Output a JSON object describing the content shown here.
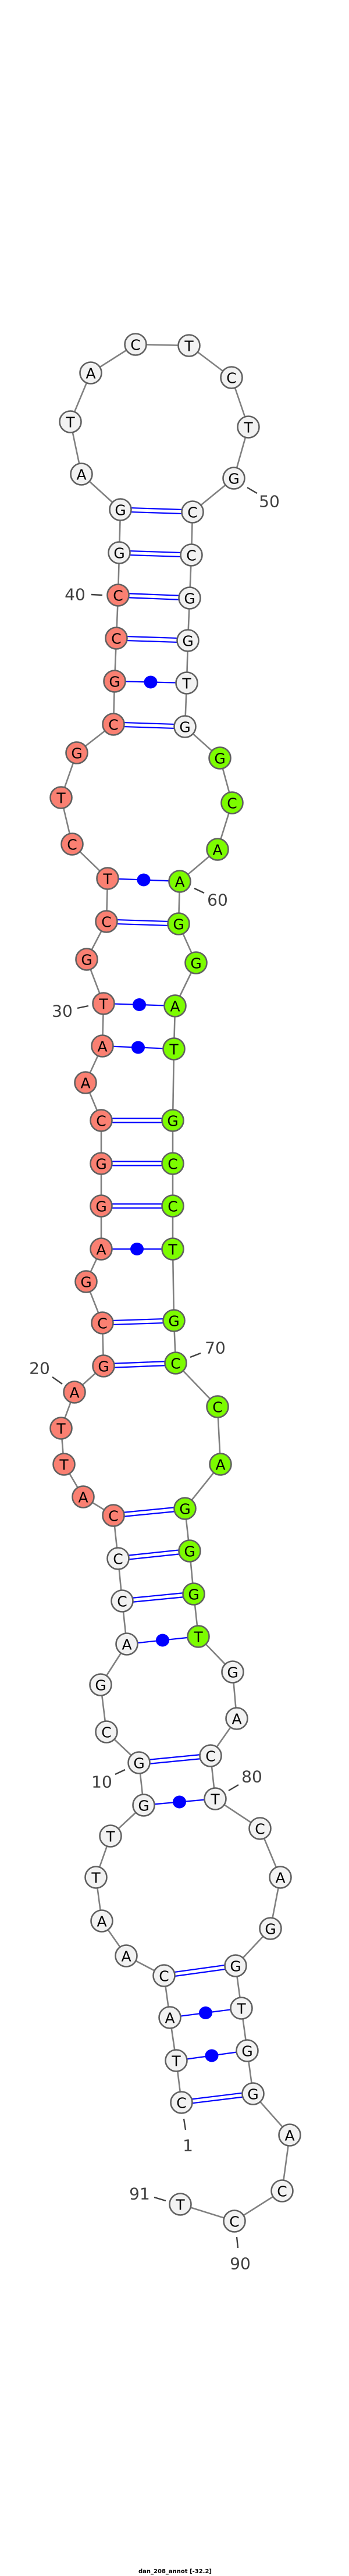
{
  "title": "dan_208_annot [-32.2]",
  "nucleotides": [
    "C",
    "T",
    "A",
    "C",
    "A",
    "A",
    "T",
    "T",
    "G",
    "G",
    "C",
    "G",
    "A",
    "C",
    "C",
    "C",
    "A",
    "T",
    "T",
    "A",
    "G",
    "C",
    "G",
    "A",
    "G",
    "G",
    "C",
    "A",
    "A",
    "T",
    "G",
    "C",
    "T",
    "C",
    "T",
    "G",
    "C",
    "G",
    "C",
    "C",
    "G",
    "G",
    "A",
    "T",
    "A",
    "C",
    "T",
    "C",
    "T",
    "G",
    "C",
    "C",
    "G",
    "G",
    "T",
    "G",
    "G",
    "C",
    "A",
    "A",
    "G",
    "G",
    "A",
    "T",
    "G",
    "C",
    "C",
    "T",
    "G",
    "C",
    "C",
    "A",
    "G",
    "G",
    "G",
    "T",
    "G",
    "A",
    "C",
    "T",
    "C",
    "A",
    "G",
    "G",
    "T",
    "G",
    "G",
    "A",
    "C",
    "C",
    "T"
  ],
  "pairs": [
    [
      1,
      87
    ],
    [
      2,
      86
    ],
    [
      3,
      85
    ],
    [
      4,
      84
    ],
    [
      9,
      80
    ],
    [
      10,
      79
    ],
    [
      13,
      76
    ],
    [
      14,
      75
    ],
    [
      15,
      74
    ],
    [
      16,
      73
    ],
    [
      21,
      70
    ],
    [
      22,
      69
    ],
    [
      24,
      68
    ],
    [
      25,
      67
    ],
    [
      26,
      66
    ],
    [
      27,
      65
    ],
    [
      29,
      64
    ],
    [
      30,
      63
    ],
    [
      32,
      61
    ],
    [
      33,
      60
    ],
    [
      37,
      56
    ],
    [
      38,
      55
    ],
    [
      39,
      54
    ],
    [
      40,
      53
    ],
    [
      41,
      52
    ],
    [
      42,
      51
    ]
  ],
  "highlights": [
    {
      "from": 16,
      "to": 40,
      "color": "#fa8072"
    },
    {
      "from": 57,
      "to": 76,
      "color": "#7cfc00"
    }
  ],
  "colors": {
    "default_fill": "#f2f2f2",
    "pair": "#0000ff",
    "backbone": "#808080"
  },
  "position_labels": [
    "1",
    "10",
    "20",
    "30",
    "40",
    "50",
    "60",
    "70",
    "80",
    "90",
    "91"
  ]
}
